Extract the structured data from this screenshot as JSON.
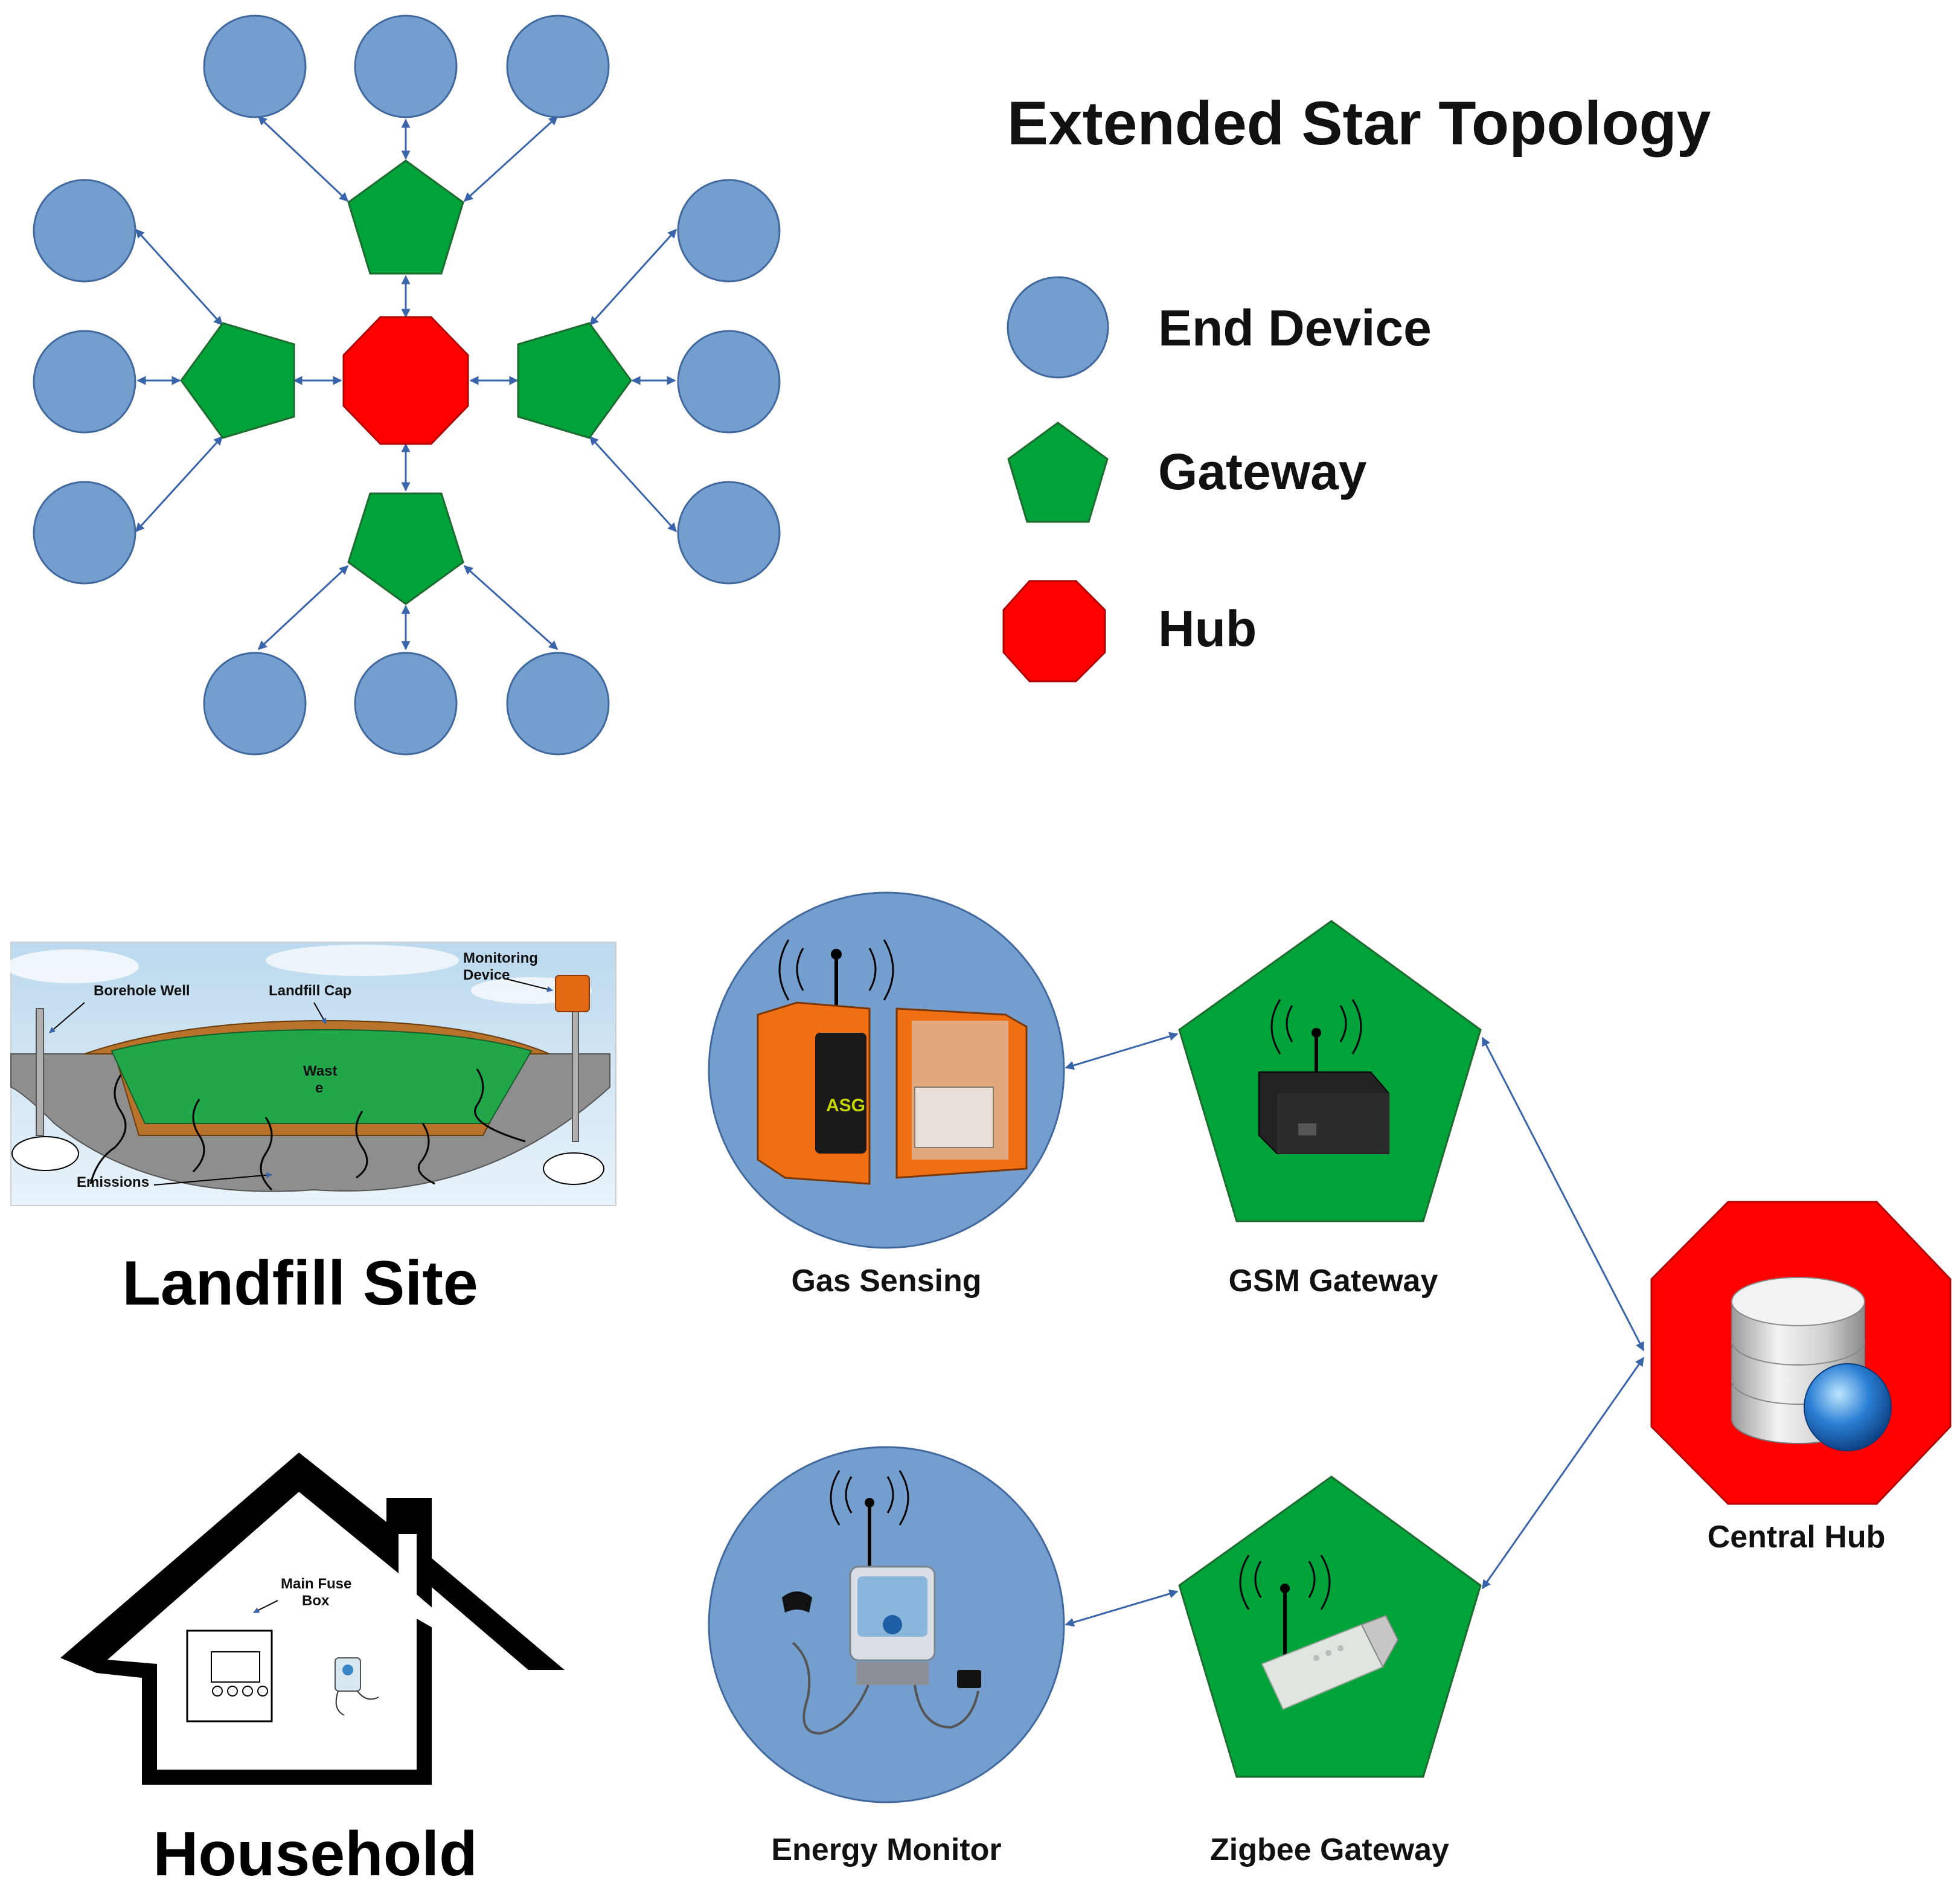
{
  "title": "Extended Star Topology",
  "legend": {
    "end_device": "End Device",
    "gateway": "Gateway",
    "hub": "Hub"
  },
  "colors": {
    "end_device": "#739ECE",
    "gateway": "#00A33A",
    "hub": "#FF0000",
    "connector": "#3A64AA"
  },
  "sites": {
    "landfill": "Landfill Site",
    "household": "Household"
  },
  "landfill_diagram": {
    "borehole": "Borehole Well",
    "cap": "Landfill Cap",
    "monitoring_line1": "Monitoring",
    "monitoring_line2": "Device",
    "waste_line1": "Wast",
    "waste_line2": "e",
    "emissions": "Emissions"
  },
  "household_diagram": {
    "fuse_line1": "Main Fuse",
    "fuse_line2": "Box"
  },
  "nodes": {
    "gas_sensing": "Gas Sensing",
    "gsm_gateway": "GSM Gateway",
    "central_hub": "Central Hub",
    "energy_monitor": "Energy Monitor",
    "zigbee_gateway": "Zigbee Gateway"
  },
  "device_marks": {
    "asg": "ASG"
  }
}
